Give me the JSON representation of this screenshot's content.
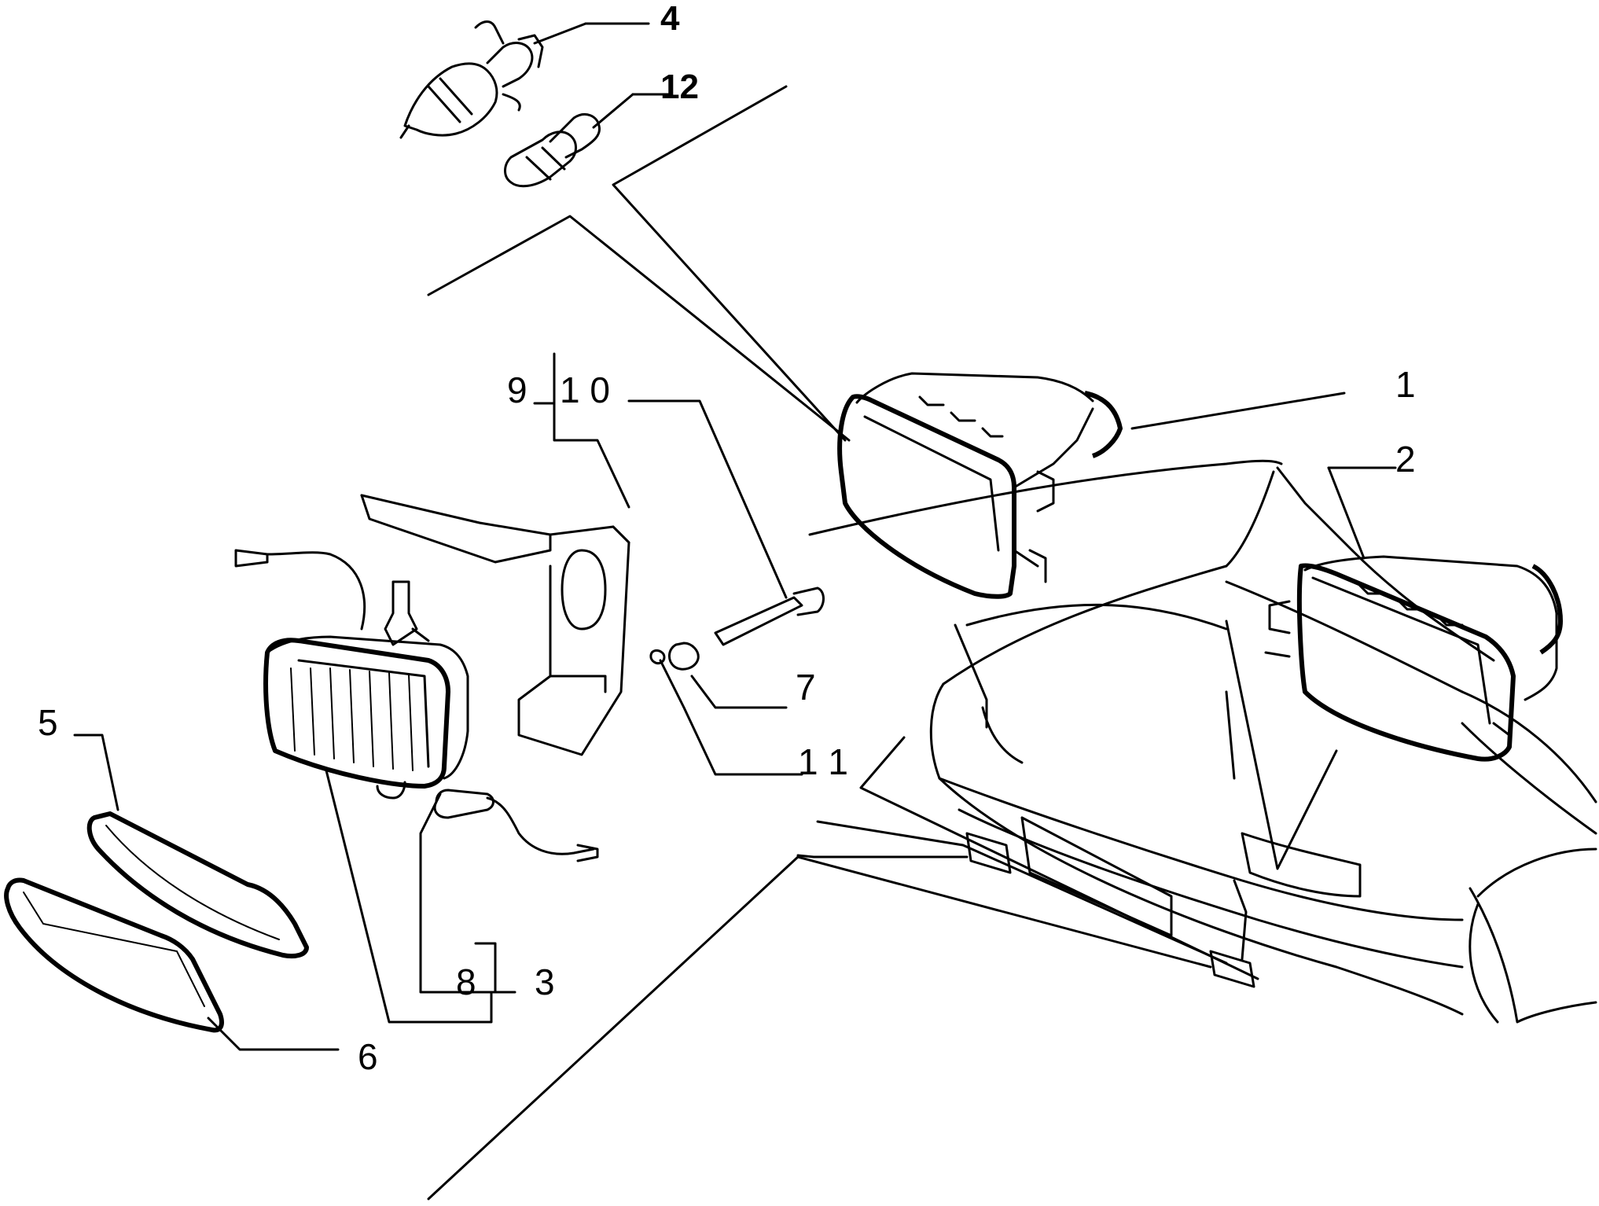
{
  "callouts": {
    "c1": "1",
    "c2": "2",
    "c3": "3",
    "c4": "4",
    "c5": "5",
    "c6": "6",
    "c7": "7",
    "c8": "8",
    "c9": "9",
    "c10": "1 0",
    "c11": "1 1",
    "c12": "12"
  }
}
